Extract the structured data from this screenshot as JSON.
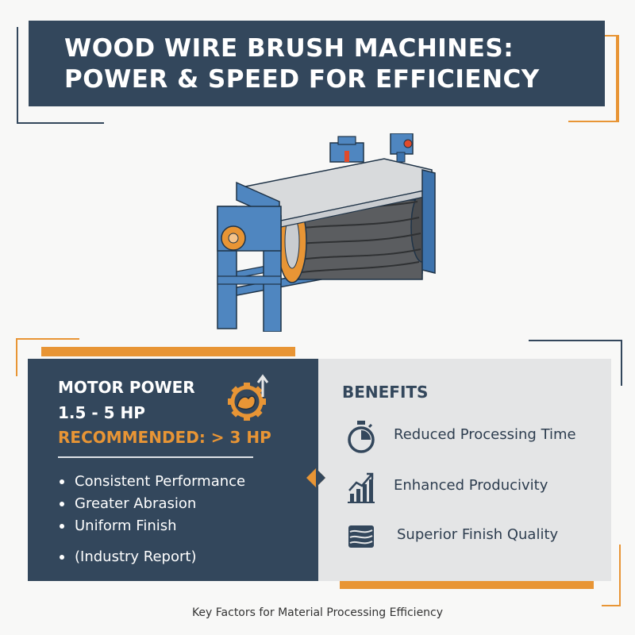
{
  "header": {
    "title_line1": "WOOD WIRE BRUSH MACHINES:",
    "title_line2": "POWER & SPEED FOR EFFICIENCY"
  },
  "motor": {
    "title": "MOTOR POWER",
    "range": "1.5 - 5 HP",
    "recommended": "RECOMMENDED: > 3 HP",
    "icon": "motor-gear-arm-icon",
    "bullets": [
      "Consistent Performance",
      "Greater Abrasion",
      "Uniform Finish"
    ],
    "source": "(Industry Report)"
  },
  "benefits": {
    "title": "BENEFITS",
    "items": [
      {
        "label": "Reduced Processing Time",
        "icon": "stopwatch-icon"
      },
      {
        "label": "Enhanced Producivity",
        "icon": "bar-chart-growth-icon"
      },
      {
        "label": "Superior Finish Quality",
        "icon": "wood-grain-icon"
      }
    ]
  },
  "caption": "Key Factors for Material Processing Efficiency",
  "colors": {
    "navy": "#33475c",
    "orange": "#e89535",
    "panel_gray": "#e4e5e6",
    "machine_blue": "#4f86c0"
  }
}
